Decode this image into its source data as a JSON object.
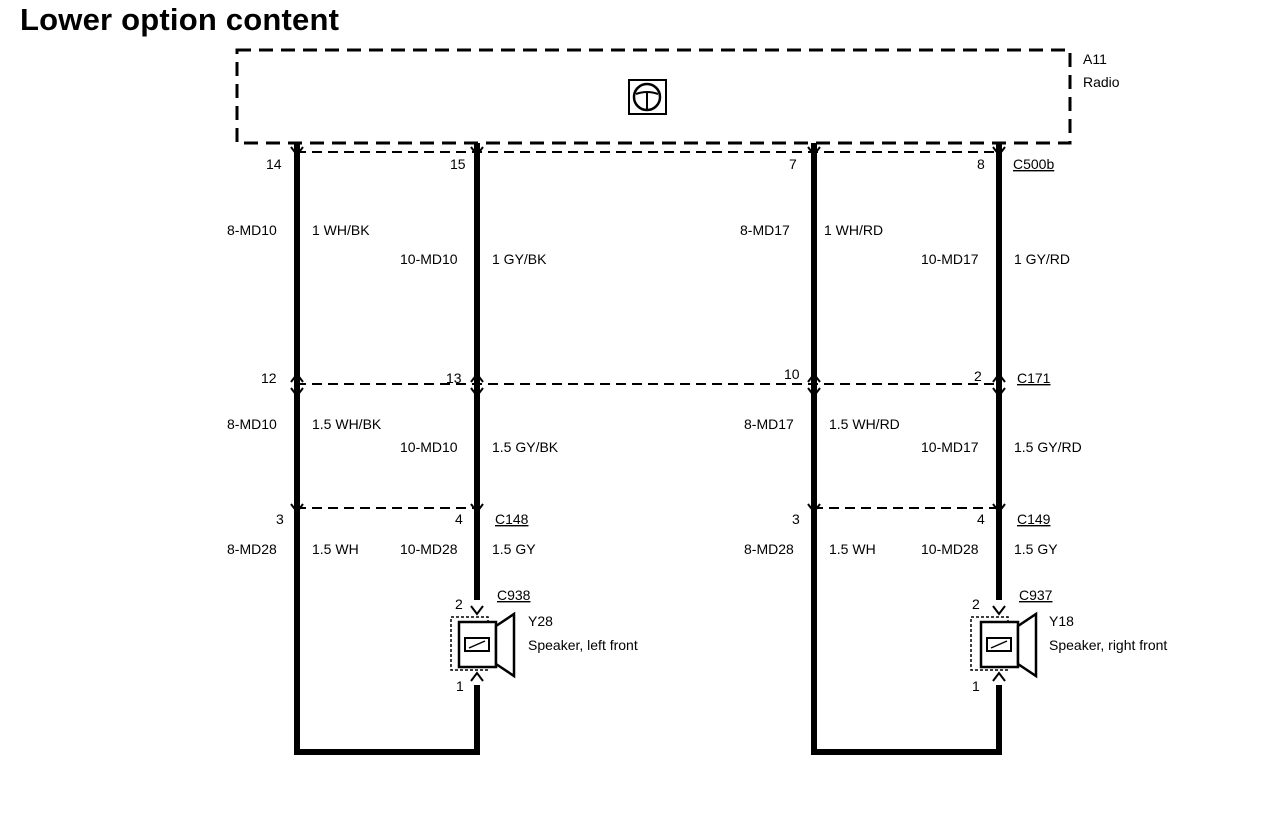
{
  "title": "Lower option content",
  "module": {
    "ref": "A11",
    "name": "Radio"
  },
  "connectors": {
    "c500b": "C500b",
    "c171": "C171",
    "c148": "C148",
    "c149": "C149",
    "c938": "C938",
    "c937": "C937"
  },
  "pins": {
    "p14": "14",
    "p15": "15",
    "p7": "7",
    "p8": "8",
    "p12": "12",
    "p13": "13",
    "p10": "10",
    "p2a": "2",
    "p3l": "3",
    "p4l": "4",
    "p3r": "3",
    "p4r": "4",
    "p2l": "2",
    "p1l": "1",
    "p2r": "2",
    "p1r": "1"
  },
  "wires": {
    "w1_circ": "8-MD10",
    "w1_spec": "1 WH/BK",
    "w2_circ": "10-MD10",
    "w2_spec": "1 GY/BK",
    "w3_circ": "8-MD17",
    "w3_spec": "1 WH/RD",
    "w4_circ": "10-MD17",
    "w4_spec": "1 GY/RD",
    "w5_circ": "8-MD10",
    "w5_spec": "1.5 WH/BK",
    "w6_circ": "10-MD10",
    "w6_spec": "1.5 GY/BK",
    "w7_circ": "8-MD17",
    "w7_spec": "1.5 WH/RD",
    "w8_circ": "10-MD17",
    "w8_spec": "1.5 GY/RD",
    "w9_circ": "8-MD28",
    "w9_spec": "1.5 WH",
    "w10_circ": "10-MD28",
    "w10_spec": "1.5 GY",
    "w11_circ": "8-MD28",
    "w11_spec": "1.5 WH",
    "w12_circ": "10-MD28",
    "w12_spec": "1.5 GY"
  },
  "speakers": {
    "left": {
      "ref": "Y28",
      "name": "Speaker, left front"
    },
    "right": {
      "ref": "Y18",
      "name": "Speaker, right front"
    }
  },
  "icons": {
    "radio": "steering-wheel-icon",
    "speaker": "speaker-icon"
  }
}
